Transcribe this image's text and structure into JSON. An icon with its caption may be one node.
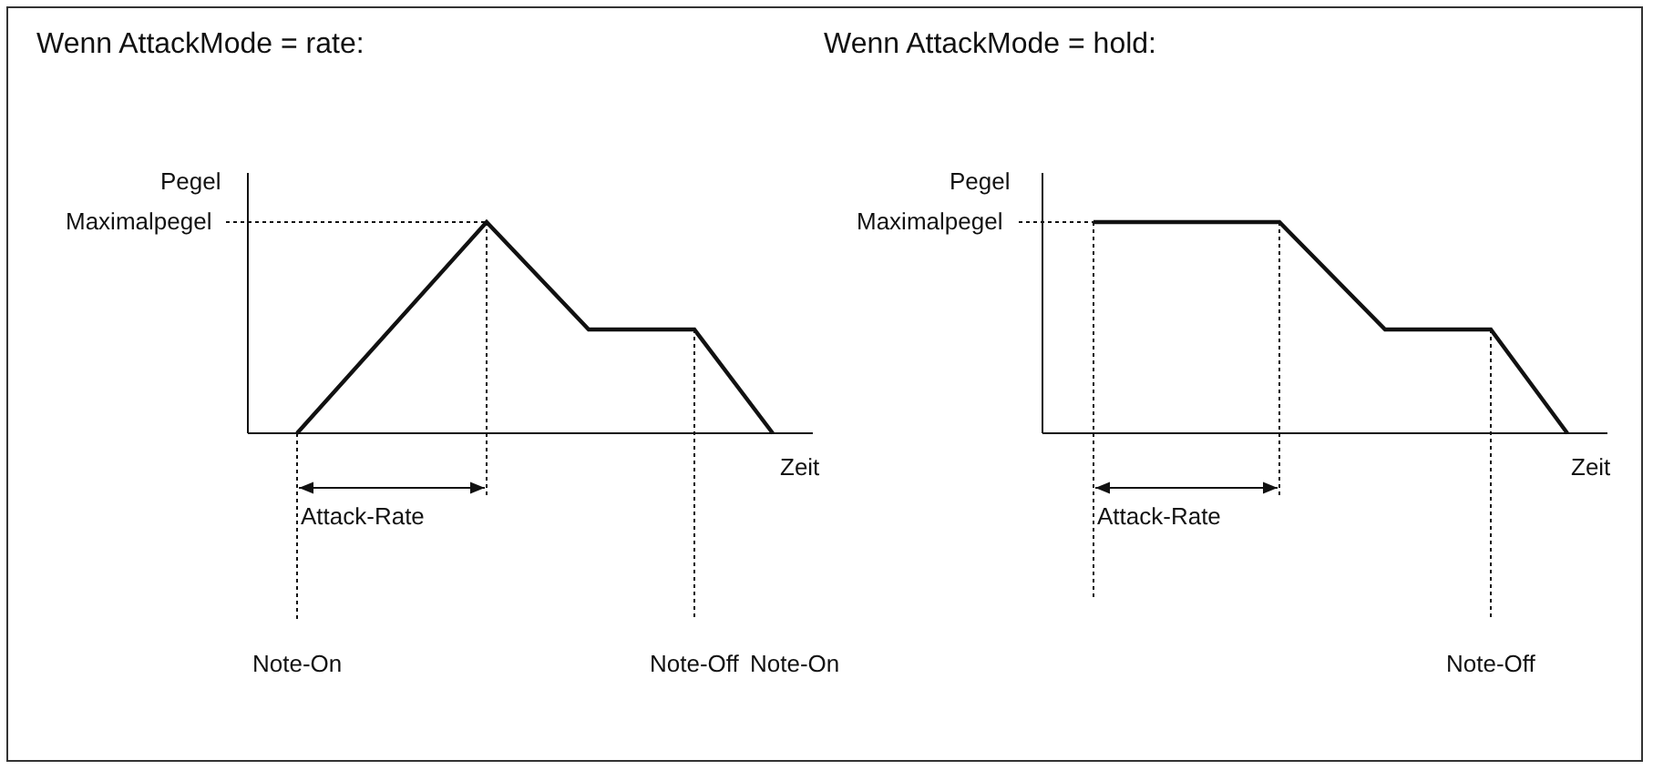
{
  "diagram": {
    "labels": [
      "Wenn AttackMode = rate:",
      "Wenn AttackMode = hold:",
      "Pegel",
      "Pegel",
      "Maximalpegel",
      "Maximalpegel",
      "Zeit",
      "Zeit",
      "Attack-Rate",
      "Attack-Rate",
      "Note-On",
      "Note-Off",
      "Note-On",
      "Note-Off"
    ]
  }
}
